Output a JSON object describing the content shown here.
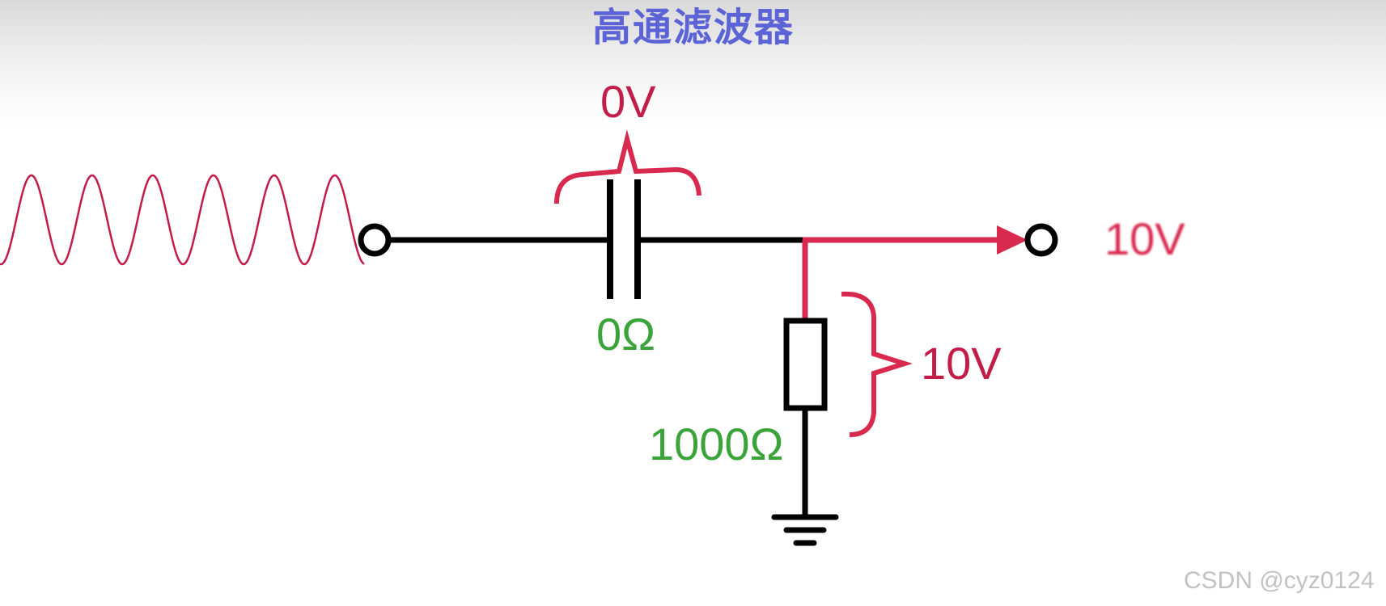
{
  "title": "高通滤波器",
  "capacitor": {
    "voltage": "0V",
    "impedance": "0Ω"
  },
  "resistor": {
    "voltage": "10V",
    "resistance": "1000Ω"
  },
  "output": {
    "voltage": "10V"
  },
  "watermark": "CSDN @cyz0124",
  "colors": {
    "title": "#5b63d6",
    "voltage": "#c21d48",
    "impedance": "#3aa33a",
    "signal_path": "#d8294f",
    "wire": "#000000",
    "watermark": "#c2c2c2"
  },
  "icons": [
    "sine-wave-icon",
    "capacitor-icon",
    "resistor-icon",
    "ground-icon",
    "output-arrow-icon"
  ]
}
